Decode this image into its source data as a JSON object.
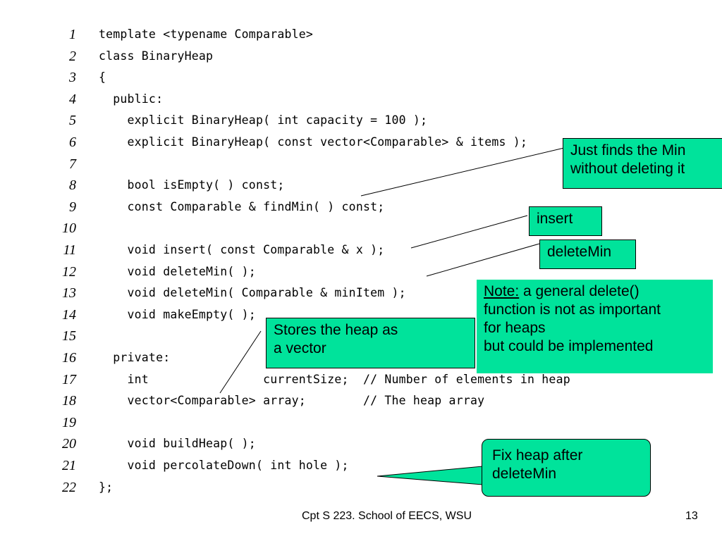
{
  "code": {
    "lines": [
      {
        "num": "1",
        "text": "template <typename Comparable>"
      },
      {
        "num": "2",
        "text": "class BinaryHeap"
      },
      {
        "num": "3",
        "text": "{"
      },
      {
        "num": "4",
        "text": "  public:"
      },
      {
        "num": "5",
        "text": "    explicit BinaryHeap( int capacity = 100 );"
      },
      {
        "num": "6",
        "text": "    explicit BinaryHeap( const vector<Comparable> & items );"
      },
      {
        "num": "7",
        "text": ""
      },
      {
        "num": "8",
        "text": "    bool isEmpty( ) const;"
      },
      {
        "num": "9",
        "text": "    const Comparable & findMin( ) const;"
      },
      {
        "num": "10",
        "text": ""
      },
      {
        "num": "11",
        "text": "    void insert( const Comparable & x );"
      },
      {
        "num": "12",
        "text": "    void deleteMin( );"
      },
      {
        "num": "13",
        "text": "    void deleteMin( Comparable & minItem );"
      },
      {
        "num": "14",
        "text": "    void makeEmpty( );"
      },
      {
        "num": "15",
        "text": ""
      },
      {
        "num": "16",
        "text": "  private:"
      },
      {
        "num": "17",
        "text": "    int                currentSize;  // Number of elements in heap"
      },
      {
        "num": "18",
        "text": "    vector<Comparable> array;        // The heap array"
      },
      {
        "num": "19",
        "text": ""
      },
      {
        "num": "20",
        "text": "    void buildHeap( );"
      },
      {
        "num": "21",
        "text": "    void percolateDown( int hole );"
      },
      {
        "num": "22",
        "text": "};"
      }
    ]
  },
  "callouts": {
    "find_min": {
      "line1": "Just finds the Min",
      "line2": "without deleting it"
    },
    "insert": "insert",
    "delete_min": "deleteMin",
    "note": {
      "label": "Note:",
      "line1": " a general delete()",
      "line2": "function is not as important",
      "line3": "for heaps",
      "line4": "but could be implemented"
    },
    "stores_heap": {
      "line1": "Stores the heap as",
      "line2": "a vector"
    },
    "fix_heap": {
      "line1": "Fix heap after",
      "line2": "deleteMin"
    }
  },
  "footer": {
    "course": "Cpt S 223. School of EECS, WSU",
    "page_number": "13"
  },
  "colors": {
    "callout_fill": "#00e39b",
    "text": "#000000",
    "background": "#ffffff"
  }
}
